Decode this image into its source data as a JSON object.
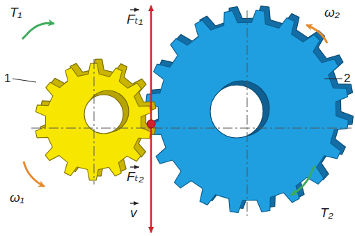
{
  "diagram": {
    "labels": [
      "T₁",
      "Fₜ₁",
      "ω₂",
      "1",
      "2",
      "ω₁",
      "Fₜ₂",
      "v",
      "T₂"
    ]
  }
}
